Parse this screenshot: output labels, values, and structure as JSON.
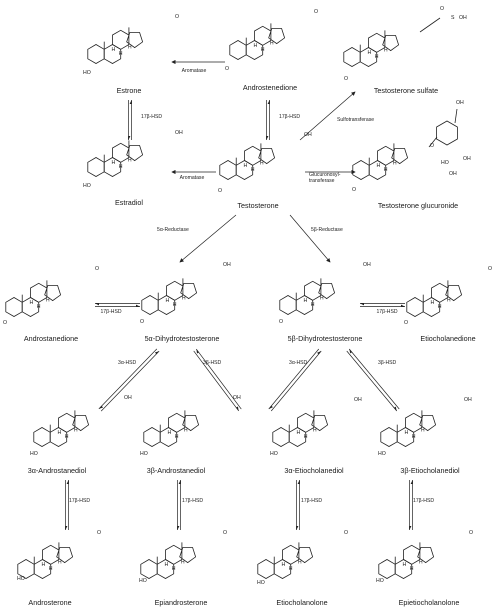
{
  "compounds": {
    "androstenedione": "Androstenedione",
    "estrone": "Estrone",
    "testosterone_sulfate": "Testosterone sulfate",
    "testosterone": "Testosterone",
    "estradiol": "Estradiol",
    "testosterone_glucuronide": "Testosterone glucuronide",
    "androstanedione": "Androstanedione",
    "dht_5a": "5α-Dihydrotestosterone",
    "dht_5b": "5β-Dihydrotestosterone",
    "etiocholanedione": "Etiocholanedione",
    "androstanediol_3a": "3α-Androstanediol",
    "androstanediol_3b": "3β-Androstanediol",
    "etiocholanediol_3a": "3α-Etiocholanediol",
    "etiocholanediol_3b": "3β-Etiocholanediol",
    "androsterone": "Androsterone",
    "epiandrosterone": "Epiandrosterone",
    "etiocholanolone": "Etiocholanolone",
    "epietiocholanolone": "Epietiocholanolone"
  },
  "enzymes": {
    "aromatase": "Aromatase",
    "hsd17b": "17β-HSD",
    "sulfotransferase": "Sulfotransferase",
    "glucuronosyl_1": "Glucuronosyl-",
    "glucuronosyl_2": "transferase",
    "reductase_5a": "5α-Reductase",
    "reductase_5b": "5β-Reductase",
    "hsd3a": "3α-HSD",
    "hsd3b": "3β-HSD"
  },
  "atoms": {
    "O": "O",
    "OH": "OH",
    "HO": "HO",
    "H": "H",
    "S": "S",
    "OH2": "O",
    "sulfate_o": "O",
    "sulfate_oh": "OH"
  }
}
